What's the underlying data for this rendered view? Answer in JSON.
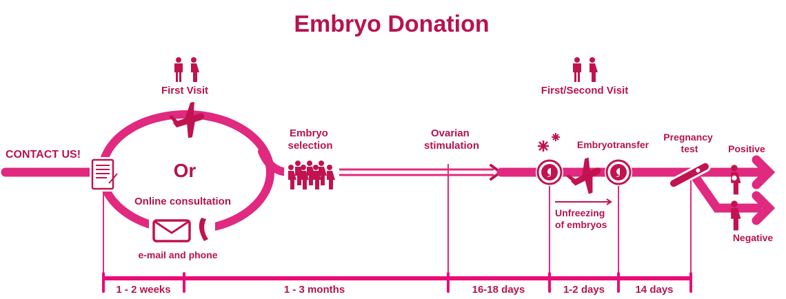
{
  "title": "Embryo Donation",
  "colors": {
    "line": "#e0297f",
    "text": "#b8124f",
    "timeline": "#ea0b78",
    "icon": "#c0134f"
  },
  "visits": {
    "first": "First Visit",
    "second": "First/Second Visit"
  },
  "steps": {
    "contact": "CONTACT US!",
    "or": "Or",
    "online": "Online consultation",
    "email_phone": "e-mail and phone",
    "embryo_selection": [
      "Embryo",
      "selection"
    ],
    "ovarian": [
      "Ovarian",
      "stimulation"
    ],
    "embryotransfer": "Embryotransfer",
    "unfreezing": [
      "Unfreezing",
      "of embryos"
    ],
    "pregnancy_test": [
      "Pregnancy",
      "test"
    ],
    "positive": "Positive",
    "negative": "Negative"
  },
  "durations": [
    "1 - 2 weeks",
    "1 - 3 months",
    "16-18 days",
    "1-2 days",
    "14 days"
  ]
}
